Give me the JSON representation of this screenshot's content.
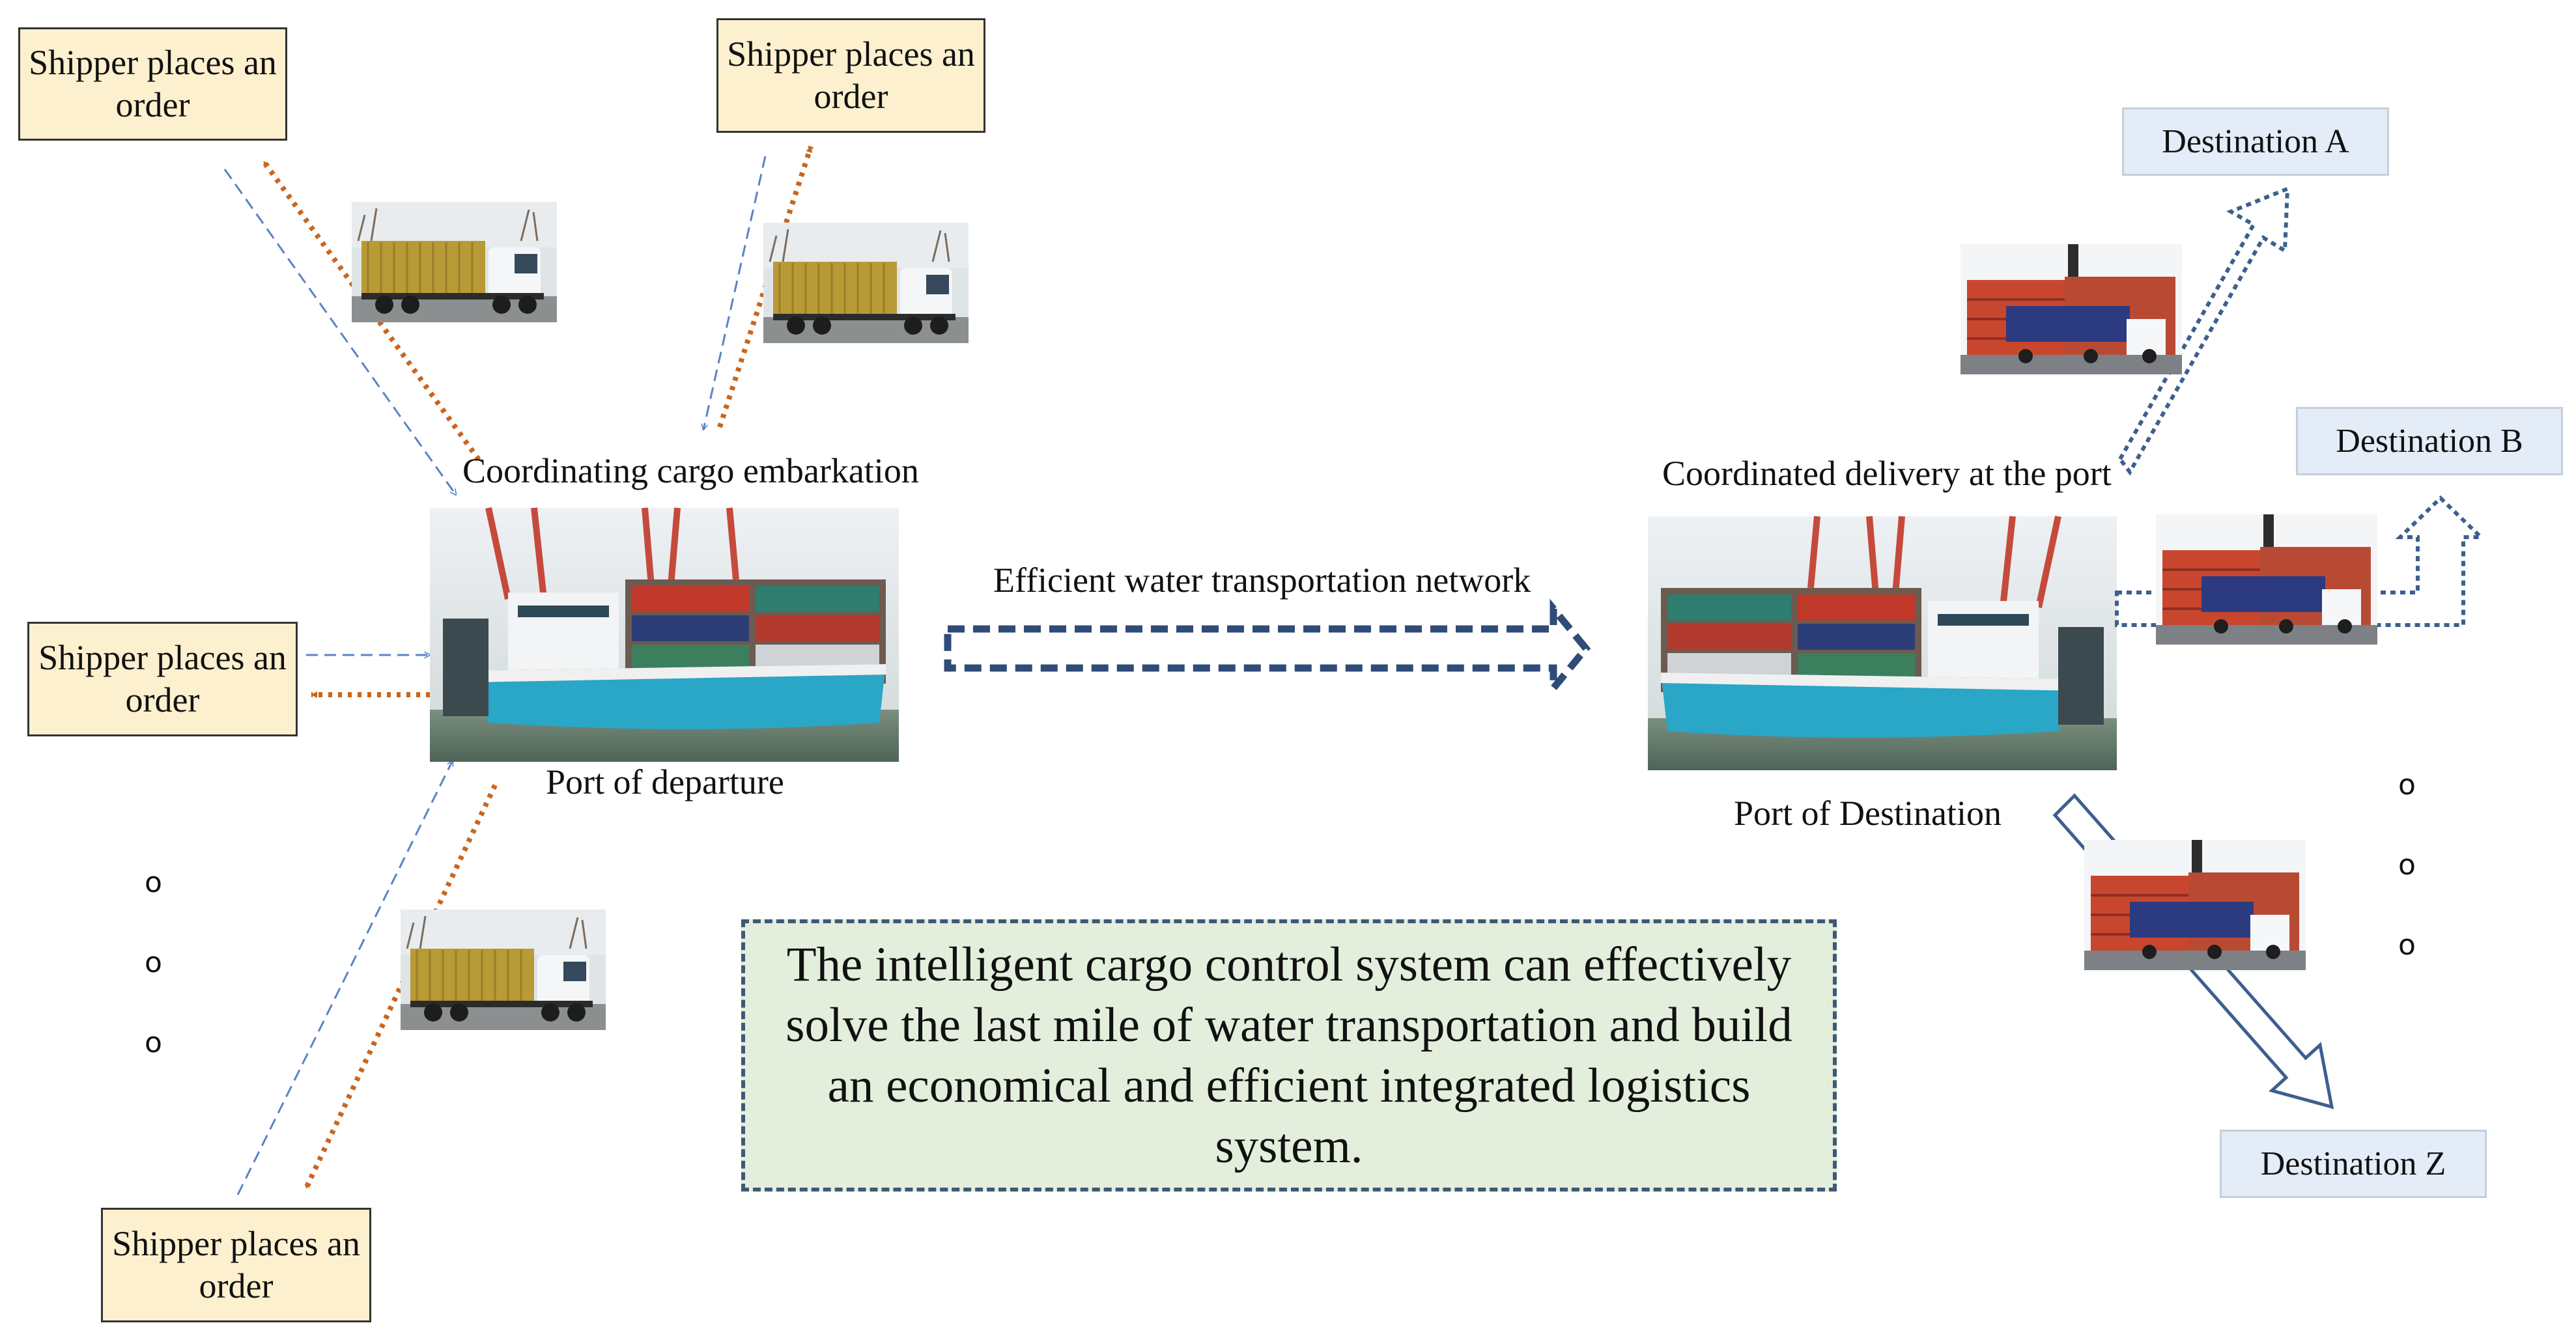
{
  "shipper_label": "Shipper places an order",
  "labels": {
    "coordinating_embarkation": "Coordinating cargo embarkation",
    "coordinated_delivery": "Coordinated delivery at the port",
    "water_network": "Efficient water transportation network",
    "port_departure": "Port of departure",
    "port_destination": "Port of Destination"
  },
  "destinations": {
    "a": "Destination A",
    "b": "Destination B",
    "z": "Destination Z"
  },
  "ellipsis_dot": "o",
  "summary": "The intelligent cargo control system can effectively solve the last mile of water transportation and build an economical and efficient integrated logistics system.",
  "colors": {
    "order_arrow": "#c9651d",
    "return_arrow": "#5b84c4",
    "network_arrow": "#2f4b78",
    "delivery_arrow": "#3d5f8f",
    "shipper_fill": "#fdf0cf",
    "destination_fill": "#e4ecf7",
    "summary_fill": "#e3efdc"
  },
  "icons": [
    "truck-photo-icon",
    "container-ship-photo-icon",
    "container-truck-photo-icon"
  ]
}
